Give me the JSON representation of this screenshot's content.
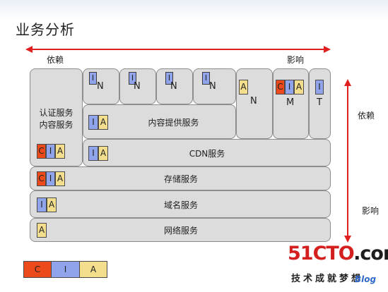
{
  "title": "业务分析",
  "axis": {
    "left_label": "依赖",
    "right_label": "影响",
    "vertical_top_label": "依赖",
    "vertical_bottom_label": "影响",
    "arrow_color": "#e02020"
  },
  "colors": {
    "C": "#ec4a1a",
    "I": "#8fa4ea",
    "A": "#f2de8c",
    "box": "#dcdcdc"
  },
  "boxes": {
    "auth": {
      "label_line1": "认证服务",
      "label_line2": "内容服务",
      "cia": [
        "C",
        "I",
        "A"
      ]
    },
    "small1": {
      "marker": "I",
      "letter": "N"
    },
    "small2": {
      "marker": "I",
      "letter": "N"
    },
    "small3": {
      "marker": "I",
      "letter": "N"
    },
    "small4": {
      "marker": "I",
      "letter": "N"
    },
    "tall_an": {
      "marker": "A",
      "letter": "N"
    },
    "tall_m": {
      "cia": [
        "C",
        "I",
        "A"
      ],
      "letter": "M"
    },
    "tall_t": {
      "marker": "I",
      "letter": "T"
    },
    "content_provider": {
      "label": "内容提供服务",
      "cia": [
        "I",
        "A"
      ]
    },
    "cdn": {
      "label": "CDN服务",
      "cia": [
        "I",
        "A"
      ]
    },
    "storage": {
      "label": "存储服务",
      "cia": [
        "C",
        "I",
        "A"
      ]
    },
    "domain": {
      "label": "域名服务",
      "cia": [
        "I",
        "A"
      ]
    },
    "network": {
      "label": "网络服务",
      "cia": [
        "A"
      ]
    }
  },
  "legend": [
    "C",
    "I",
    "A"
  ],
  "logo": {
    "main": "51CTO",
    "domain": ".com",
    "sub": "技术成就梦想",
    "blog": "Blog"
  }
}
